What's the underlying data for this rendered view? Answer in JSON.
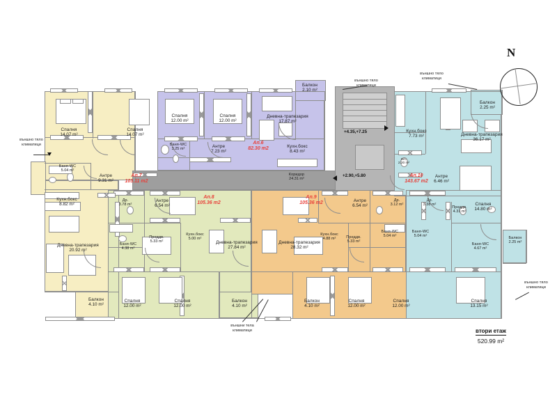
{
  "plan": {
    "floor_title": "втори етаж",
    "floor_area": "520.99 m²",
    "compass_letter": "N",
    "elevation_upper": "+4.35,+7.25",
    "elevation_lower": "+2.90,+5.80"
  },
  "annotations": [
    {
      "id": "ac-left",
      "text_line1": "външно тяло",
      "text_line2": "климатици"
    },
    {
      "id": "ac-top-mid",
      "text_line1": "външно тяло",
      "text_line2": "климатици"
    },
    {
      "id": "ac-top-right",
      "text_line1": "външно тяло",
      "text_line2": "климатици"
    },
    {
      "id": "ac-bottom-mid",
      "text_line1": "външни тела",
      "text_line2": "климатици"
    },
    {
      "id": "ac-right",
      "text_line1": "външно тяло",
      "text_line2": "климатици"
    }
  ],
  "apartments": [
    {
      "id": "ap6",
      "name": "Ап.6",
      "area": "82.30 m2",
      "color": "#c6c3ea"
    },
    {
      "id": "ap7",
      "name": "Ап.7",
      "area": "103.11 m2",
      "color": "#f7eec3"
    },
    {
      "id": "ap8",
      "name": "Ап.8",
      "area": "105.36 m2",
      "color": "#e2e9bd"
    },
    {
      "id": "ap9",
      "name": "Ап.9",
      "area": "105.36 m2",
      "color": "#f3c98c"
    },
    {
      "id": "ap10",
      "name": "Ап.10",
      "area": "143.67 m2",
      "color": "#bfe2e6"
    }
  ],
  "rooms": [
    {
      "id": "r01",
      "apt": "ap7",
      "name": "Спалня",
      "area": "14.07 m²"
    },
    {
      "id": "r02",
      "apt": "ap7",
      "name": "Спалня",
      "area": "14.07 m²"
    },
    {
      "id": "r03",
      "apt": "ap7",
      "name": "Баня-WC",
      "area": "5.04 m²"
    },
    {
      "id": "r04",
      "apt": "ap7",
      "name": "Антре",
      "area": "9.31 m²"
    },
    {
      "id": "r05",
      "apt": "ap7",
      "name": "Кухн.бокс",
      "area": "8.82 m²"
    },
    {
      "id": "r06",
      "apt": "ap7",
      "name": "Дневна-трапезария",
      "area": "20.92 m²"
    },
    {
      "id": "r07",
      "apt": "ap7",
      "name": "Балкон",
      "area": "4.10 m²"
    },
    {
      "id": "r08",
      "apt": "ap6",
      "name": "Спалня",
      "area": "12.00 m²"
    },
    {
      "id": "r09",
      "apt": "ap6",
      "name": "Спалня",
      "area": "12.00 m²"
    },
    {
      "id": "r10",
      "apt": "ap6",
      "name": "Дневна-трапезария",
      "area": "17.87 m²"
    },
    {
      "id": "r11",
      "apt": "ap6",
      "name": "Балкон",
      "area": "2.10 m²"
    },
    {
      "id": "r12",
      "apt": "ap6",
      "name": "Баня-WC",
      "area": "3.25 m²"
    },
    {
      "id": "r13",
      "apt": "ap6",
      "name": "Антре",
      "area": "7.23 m²"
    },
    {
      "id": "r14",
      "apt": "ap6",
      "name": "Кухн.бокс",
      "area": "8.43 m²"
    },
    {
      "id": "r15",
      "apt": "common",
      "name": "Коридор",
      "area": "24.31 m²"
    },
    {
      "id": "r16",
      "apt": "ap8",
      "name": "Др.",
      "area": "3.78 m²"
    },
    {
      "id": "r17",
      "apt": "ap8",
      "name": "Антре",
      "area": "6.54 m²"
    },
    {
      "id": "r18",
      "apt": "ap8",
      "name": "Преддв.",
      "area": "5.33 m²"
    },
    {
      "id": "r19",
      "apt": "ap8",
      "name": "Баня-WC",
      "area": "4.38 m²"
    },
    {
      "id": "r20",
      "apt": "ap8",
      "name": "Кухн.бокс",
      "area": "5.00 m²"
    },
    {
      "id": "r21",
      "apt": "ap8",
      "name": "Дневна-трапезария",
      "area": "27.84 m²"
    },
    {
      "id": "r22",
      "apt": "ap8",
      "name": "Спалня",
      "area": "12.00 m²"
    },
    {
      "id": "r23",
      "apt": "ap8",
      "name": "Спалня",
      "area": "12.00 m²"
    },
    {
      "id": "r24",
      "apt": "ap8",
      "name": "Балкон",
      "area": "4.10 m²"
    },
    {
      "id": "r25",
      "apt": "ap9",
      "name": "Дневна-трапезария",
      "area": "28.32 m²"
    },
    {
      "id": "r26",
      "apt": "ap9",
      "name": "Кухн.бокс",
      "area": "4.88 m²"
    },
    {
      "id": "r27",
      "apt": "ap9",
      "name": "Антре",
      "area": "6.54 m²"
    },
    {
      "id": "r28",
      "apt": "ap9",
      "name": "Преддв.",
      "area": "5.33 m²"
    },
    {
      "id": "r29",
      "apt": "ap9",
      "name": "Баня-WC",
      "area": "5.04 m²"
    },
    {
      "id": "r30",
      "apt": "ap9",
      "name": "Др.",
      "area": "3.12 m²"
    },
    {
      "id": "r31",
      "apt": "ap9",
      "name": "Балкон",
      "area": "4.10 m²"
    },
    {
      "id": "r32",
      "apt": "ap9",
      "name": "Спалня",
      "area": "12.00 m²"
    },
    {
      "id": "r33",
      "apt": "ap9",
      "name": "Спалня",
      "area": "12.00 m²"
    },
    {
      "id": "r34",
      "apt": "ap10",
      "name": "Кухн.бокс",
      "area": "7.73 m²"
    },
    {
      "id": "r35",
      "apt": "ap10",
      "name": "Дневна-трапезария",
      "area": "36.17 m²"
    },
    {
      "id": "r36",
      "apt": "ap10",
      "name": "Балкон",
      "area": "2.25 m²"
    },
    {
      "id": "r37",
      "apt": "ap10",
      "name": "WC",
      "area": "2.20 m²"
    },
    {
      "id": "r38",
      "apt": "ap10",
      "name": "Антре",
      "area": "6.46 m²"
    },
    {
      "id": "r39",
      "apt": "ap10",
      "name": "Др.",
      "area": "3.38 m²"
    },
    {
      "id": "r40",
      "apt": "ap10",
      "name": "Преддв.",
      "area": "4.31 m²"
    },
    {
      "id": "r41",
      "apt": "ap10",
      "name": "Баня-WC",
      "area": "5.04 m²"
    },
    {
      "id": "r42",
      "apt": "ap10",
      "name": "Спалня",
      "area": "14.80 m²"
    },
    {
      "id": "r43",
      "apt": "ap10",
      "name": "Баня-WC",
      "area": "4.67 m²"
    },
    {
      "id": "r44",
      "apt": "ap10",
      "name": "Балкон",
      "area": "2.25 m²"
    },
    {
      "id": "r45",
      "apt": "ap10",
      "name": "Спалня",
      "area": "13.15 m²"
    }
  ]
}
